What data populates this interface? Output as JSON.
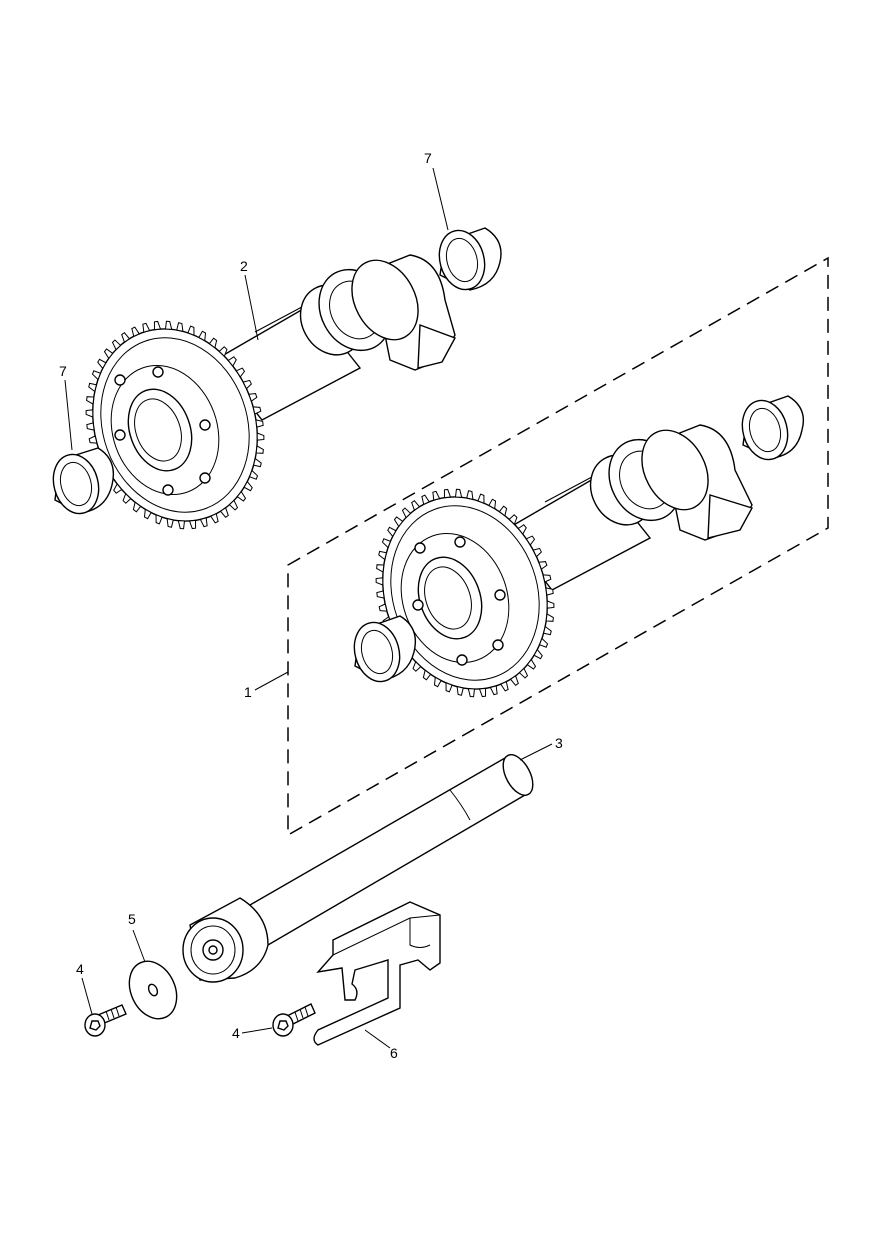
{
  "diagram": {
    "type": "exploded-parts-view",
    "callouts": {
      "assembly": "1",
      "shaft_gear_upper": "2",
      "spindle": "3",
      "screw_left": "4",
      "screw_right": "4",
      "washer": "5",
      "bracket": "6",
      "bearing_top": "7",
      "bearing_left": "7"
    }
  }
}
